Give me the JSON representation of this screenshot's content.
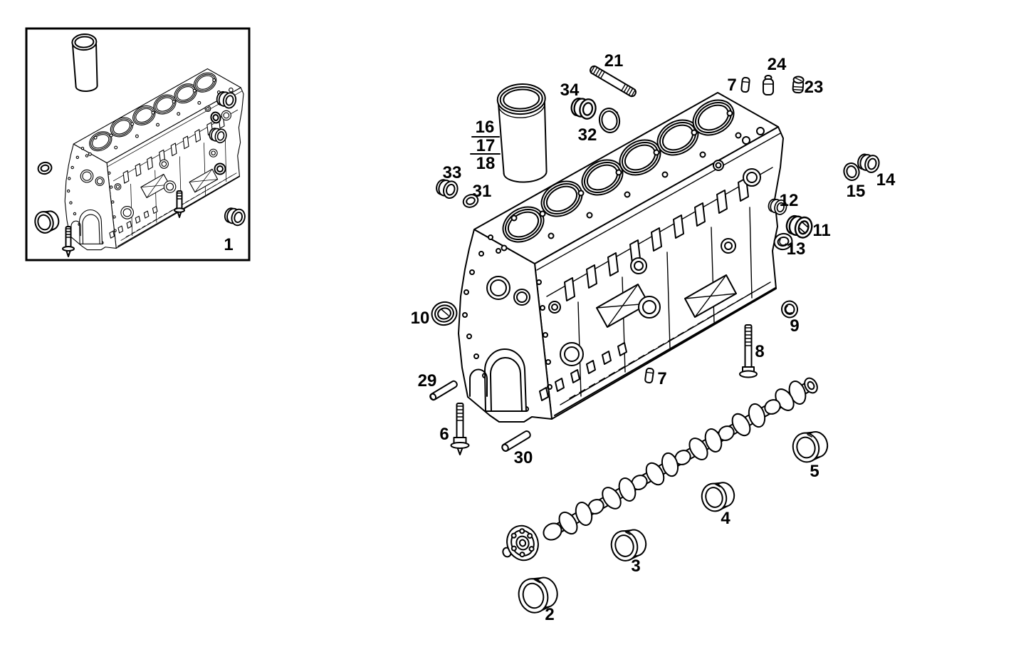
{
  "figure": {
    "kind": "exploded-parts-diagram",
    "subject": "engine-cylinder-block-and-camshaft",
    "ink_color": "#000000",
    "paper_color": "#ffffff"
  },
  "callouts": [
    {
      "label": "1",
      "part": "cylinder-block-assembly"
    },
    {
      "label": "2",
      "part": "camshaft-bushing"
    },
    {
      "label": "3",
      "part": "camshaft-bushing"
    },
    {
      "label": "4",
      "part": "camshaft-bushing"
    },
    {
      "label": "5",
      "part": "camshaft-bushing"
    },
    {
      "label": "6",
      "part": "bolt"
    },
    {
      "label": "7",
      "part": "stud"
    },
    {
      "label": "7",
      "part": "stud"
    },
    {
      "label": "8",
      "part": "bolt"
    },
    {
      "label": "9",
      "part": "sealing-ring"
    },
    {
      "label": "10",
      "part": "shaft-seal"
    },
    {
      "label": "11",
      "part": "screw-plug"
    },
    {
      "label": "12",
      "part": "plug"
    },
    {
      "label": "13",
      "part": "sealing-ring"
    },
    {
      "label": "14",
      "part": "screw-plug"
    },
    {
      "label": "15",
      "part": "sealing-ring"
    },
    {
      "label": "16",
      "part": "cylinder-liner-option"
    },
    {
      "label": "17",
      "part": "cylinder-liner-option"
    },
    {
      "label": "18",
      "part": "cylinder-liner-option"
    },
    {
      "label": "21",
      "part": "stud"
    },
    {
      "label": "23",
      "part": "screw"
    },
    {
      "label": "24",
      "part": "small-plug"
    },
    {
      "label": "29",
      "part": "dowel-pin"
    },
    {
      "label": "30",
      "part": "dowel-pin"
    },
    {
      "label": "31",
      "part": "sealing-ring"
    },
    {
      "label": "32",
      "part": "snap-ring"
    },
    {
      "label": "33",
      "part": "screw-plug"
    },
    {
      "label": "34",
      "part": "plug"
    }
  ]
}
